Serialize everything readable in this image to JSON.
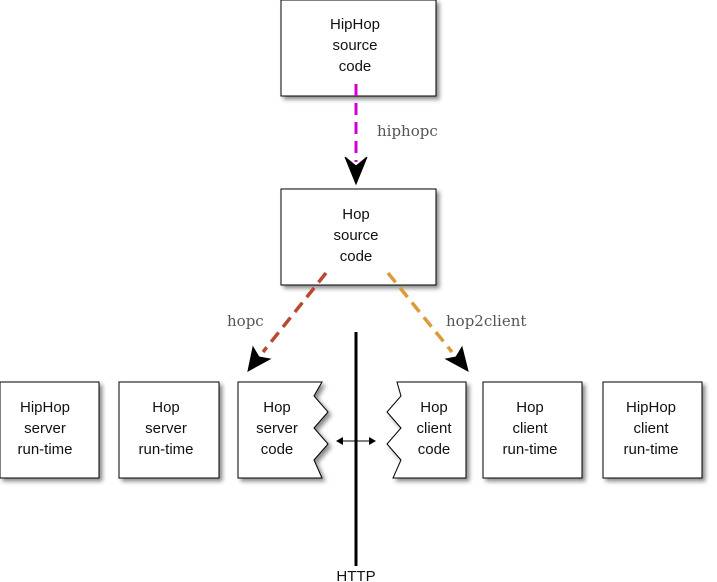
{
  "boxes": {
    "hiphop_source": [
      "HipHop",
      "source",
      "code"
    ],
    "hop_source": [
      "Hop",
      "source",
      "code"
    ],
    "hiphop_server_runtime": [
      "HipHop",
      "server",
      "run-time"
    ],
    "hop_server_runtime": [
      "Hop",
      "server",
      "run-time"
    ],
    "hop_server_code": [
      "Hop",
      "server",
      "code"
    ],
    "hop_client_code": [
      "Hop",
      "client",
      "code"
    ],
    "hop_client_runtime": [
      "Hop",
      "client",
      "run-time"
    ],
    "hiphop_client_runtime": [
      "HipHop",
      "client",
      "run-time"
    ]
  },
  "edges": {
    "hiphopc": {
      "label": "hiphopc",
      "color": "#d100d1"
    },
    "hopc": {
      "label": "hopc",
      "color": "#b84a32"
    },
    "hop2client": {
      "label": "hop2client",
      "color": "#dd9a3a"
    }
  },
  "http_label": "HTTP"
}
